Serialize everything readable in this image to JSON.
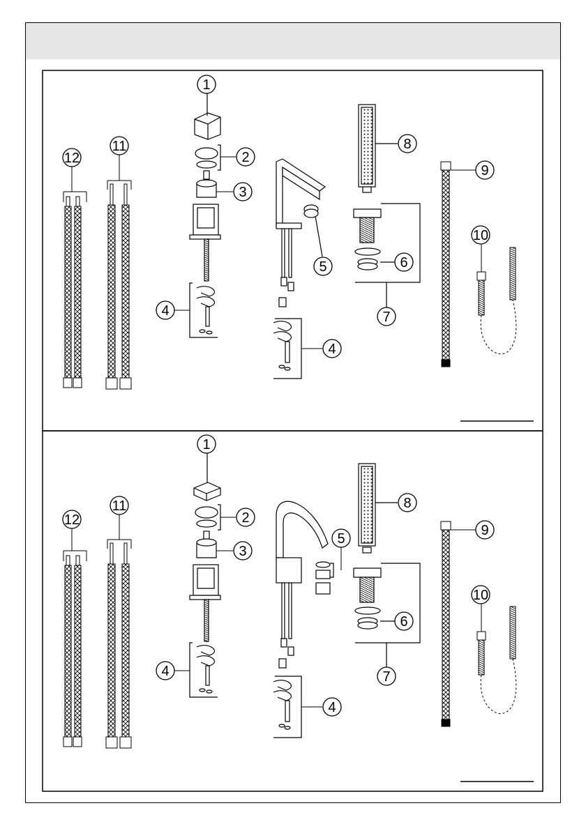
{
  "colors": {
    "header_band": "#e6e6e6",
    "line": "#000000",
    "fill": "#ffffff"
  },
  "panels": [
    {
      "name": "top",
      "callouts": [
        "1",
        "2",
        "3",
        "4",
        "5",
        "6",
        "7",
        "8",
        "9",
        "10",
        "11",
        "12",
        "4"
      ]
    },
    {
      "name": "bottom",
      "callouts": [
        "1",
        "2",
        "3",
        "4",
        "5",
        "6",
        "7",
        "8",
        "9",
        "10",
        "11",
        "12",
        "4"
      ]
    }
  ]
}
